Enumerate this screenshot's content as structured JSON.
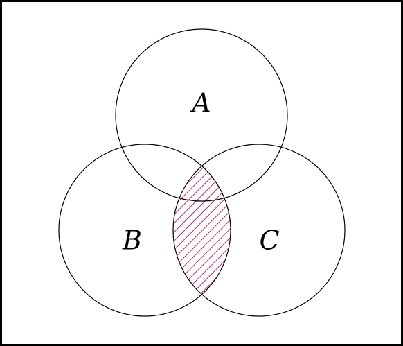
{
  "diagram": {
    "type": "venn",
    "sets": [
      {
        "id": "a",
        "label": "A"
      },
      {
        "id": "b",
        "label": "B"
      },
      {
        "id": "c",
        "label": "C"
      }
    ],
    "shaded_region": "B ∩ C",
    "shade_style": "diagonal-hatch",
    "colors": {
      "frame": "#000000",
      "outline": "#000000",
      "hatch": "#b0124e",
      "background": "#ffffff"
    }
  }
}
